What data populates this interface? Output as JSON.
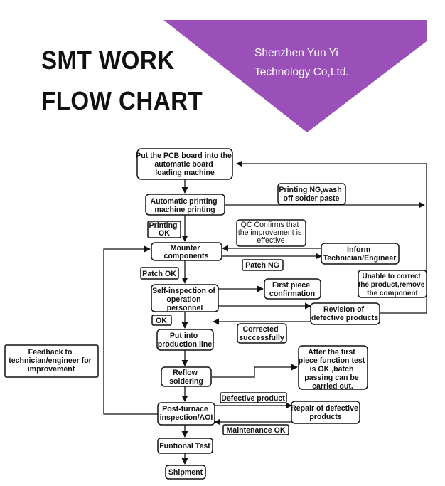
{
  "header": {
    "title_line1": "SMT WORK",
    "title_line2": "FLOW CHART",
    "company_line1": "Shenzhen Yun Yi",
    "company_line2": "Technology Co,Ltd.",
    "banner_color": "#9b4fb8"
  },
  "nodes": {
    "load_pcb": [
      "Put the PCB board into the",
      "automatic board",
      "loading machine"
    ],
    "auto_print": [
      "Automatic printing",
      "machine printing"
    ],
    "mounter": [
      "Mounter",
      "components"
    ],
    "self_inspect": [
      "Self-inspection of",
      "operation",
      "personnel"
    ],
    "production_line": [
      "Put into",
      "production line"
    ],
    "reflow": [
      "Reflow",
      "soldering"
    ],
    "post_furnace": [
      "Post-furnace",
      "inspection/AOI"
    ],
    "functional_test": [
      "Funtional Test"
    ],
    "shipment": [
      "Shipment"
    ],
    "print_ng": [
      "Printing NG,wash",
      "off solder paste"
    ],
    "qc_confirms": [
      "QC Confirms that",
      "the improvement is",
      "effective"
    ],
    "inform": [
      "Inform",
      "Technician/Engineer"
    ],
    "first_piece": [
      "First piece",
      "confirmation"
    ],
    "unable_correct": [
      "Unable to correct",
      "the product,remove",
      "the component"
    ],
    "revision": [
      "Revision of",
      "defective products"
    ],
    "corrected": [
      "Corrected",
      "successfully"
    ],
    "first_piece_test": [
      "After the first",
      "piece function test",
      "is OK ,batch",
      "passing can be",
      "carried out."
    ],
    "feedback": [
      "Feedback to",
      "technician/engineer for",
      "improvement"
    ],
    "repair": [
      "Repair of defective",
      "products"
    ]
  },
  "labels": {
    "printing_ok": [
      "Printing",
      "OK"
    ],
    "patch_ok": "Patch OK",
    "patch_ng": "Patch NG",
    "ok": "OK",
    "defective_product": "Defective product",
    "maintenance_ok": "Maintenance OK"
  }
}
